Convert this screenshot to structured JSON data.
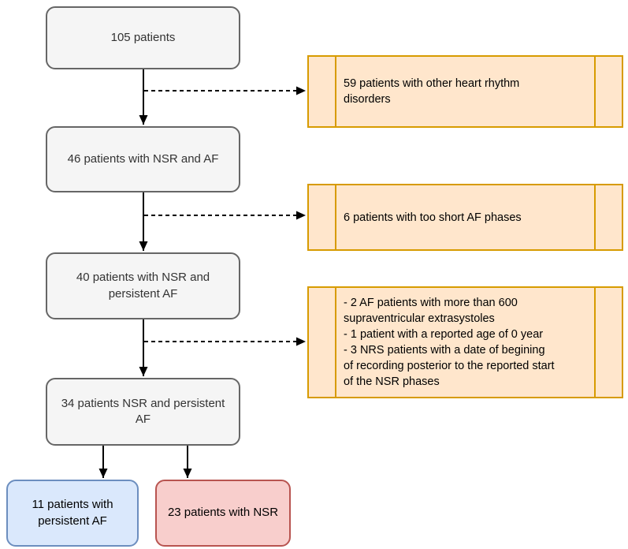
{
  "diagram": {
    "kind": "patient-selection-flowchart",
    "background": "#ffffff"
  },
  "flow": {
    "step1": {
      "label": "105 patients"
    },
    "step2": {
      "label": "46 patients with NSR and AF"
    },
    "step3": {
      "label": "40 patients with NSR  and\npersistent AF"
    },
    "step4": {
      "label": "34 patients NSR and persistent\nAF"
    },
    "outcome_af": {
      "label": "11 patients with\npersistent AF"
    },
    "outcome_nsr": {
      "label": "23 patients with NSR"
    }
  },
  "exclusions": {
    "first": {
      "label": "59 patients with other heart rhythm\ndisorders"
    },
    "second": {
      "label": "6 patients with too short AF phases"
    },
    "third": {
      "label": "- 2 AF patients with more than 600\nsupraventricular extrasystoles\n- 1 patient with a reported age of 0 year\n- 3 NRS patients with a date of begining\nof recording posterior to the reported start\nof the NSR phases"
    }
  },
  "edges": [
    {
      "from": "105 patients",
      "to": "46 patients with NSR and AF",
      "style": "solid-arrow"
    },
    {
      "from": "105 patients",
      "to": "59 patients with other heart rhythm disorders",
      "style": "dashed-arrow"
    },
    {
      "from": "46 patients with NSR and AF",
      "to": "40 patients with NSR and persistent AF",
      "style": "solid-arrow"
    },
    {
      "from": "46 patients with NSR and AF",
      "to": "6 patients with too short AF phases",
      "style": "dashed-arrow"
    },
    {
      "from": "40 patients with NSR and persistent AF",
      "to": "34 patients NSR and persistent AF",
      "style": "solid-arrow"
    },
    {
      "from": "40 patients with NSR and persistent AF",
      "to": "exclusion list (2 AF / 1 age 0 / 3 NRS)",
      "style": "dashed-arrow"
    },
    {
      "from": "34 patients NSR and persistent AF",
      "to": "11 patients with persistent AF",
      "style": "solid-arrow"
    },
    {
      "from": "34 patients NSR and persistent AF",
      "to": "23 patients with NSR",
      "style": "solid-arrow"
    }
  ],
  "colors": {
    "step_fill": "#f5f5f5",
    "step_border": "#666666",
    "step_text": "#333333",
    "exclusion_fill": "#ffe6cc",
    "exclusion_border": "#d79b00",
    "outcome_af_fill": "#dae8fc",
    "outcome_af_border": "#6c8ebf",
    "outcome_nsr_fill": "#f8cecc",
    "outcome_nsr_border": "#b85450",
    "arrow": "#000000"
  }
}
